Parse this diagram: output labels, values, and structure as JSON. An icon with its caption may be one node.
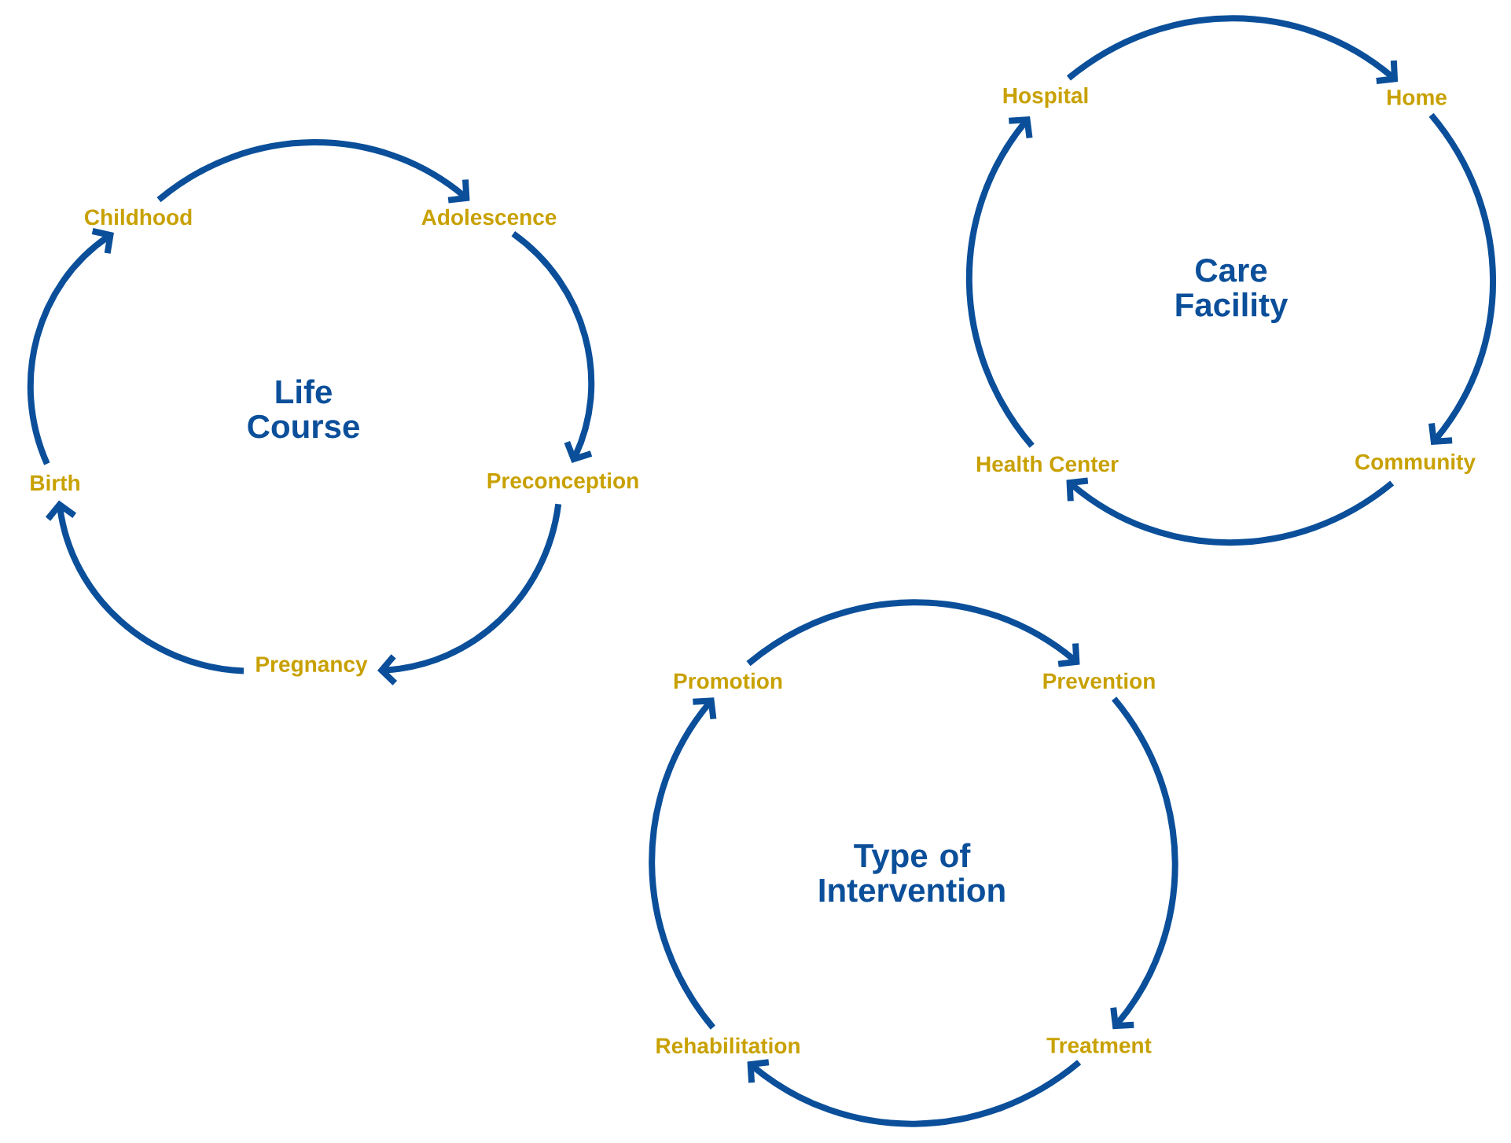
{
  "diagram": {
    "nodes": [
      {
        "text": [
          "Childhood"
        ]
      },
      {
        "text": [
          "Adolescence"
        ]
      },
      {
        "text": [
          "Preconception"
        ]
      },
      {
        "text": [
          "Pregnancy"
        ]
      },
      {
        "text": [
          "Birth"
        ]
      },
      {
        "text": [
          "Hospital"
        ]
      },
      {
        "text": [
          "Home"
        ]
      },
      {
        "text": [
          "Health Center"
        ]
      },
      {
        "text": [
          "Community"
        ]
      },
      {
        "text": [
          "Promotion"
        ]
      },
      {
        "text": [
          "Prevention"
        ]
      },
      {
        "text": [
          "Rehabilitation"
        ]
      },
      {
        "text": [
          "Treatment"
        ]
      }
    ],
    "edges": [
      {
        "from": 0,
        "to": 1,
        "arrow": "to"
      },
      {
        "from": 1,
        "to": 2,
        "arrow": "to"
      },
      {
        "from": 2,
        "to": 3,
        "arrow": "to"
      },
      {
        "from": 3,
        "to": 4,
        "arrow": "to"
      },
      {
        "from": 4,
        "to": 0,
        "arrow": "to"
      },
      {
        "from": 5,
        "to": 6,
        "arrow": "to"
      },
      {
        "from": 6,
        "to": 8,
        "arrow": "to"
      },
      {
        "from": 8,
        "to": 7,
        "arrow": "to"
      },
      {
        "from": 7,
        "to": 5,
        "arrow": "to"
      },
      {
        "from": 9,
        "to": 10,
        "arrow": "to"
      },
      {
        "from": 10,
        "to": 12,
        "arrow": "to"
      },
      {
        "from": 12,
        "to": 11,
        "arrow": "to"
      },
      {
        "from": 11,
        "to": 9,
        "arrow": "to"
      }
    ],
    "labels": [
      "Life Course",
      "Care Facility",
      "Type of Intervention"
    ]
  }
}
